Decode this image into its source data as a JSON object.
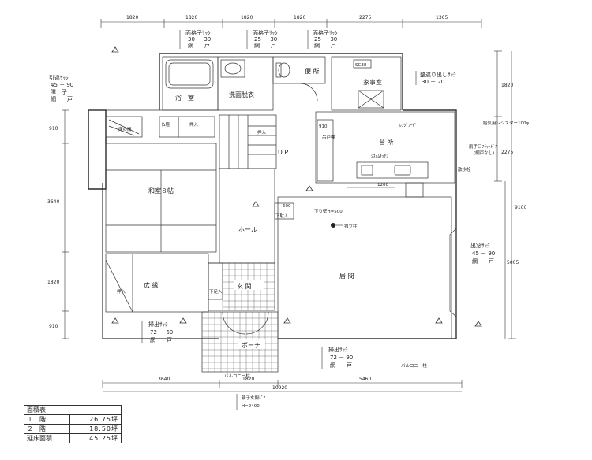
{
  "dims": {
    "top": [
      "1820",
      "1820",
      "1820",
      "1820",
      "2275",
      "1365"
    ],
    "bottom": [
      "3640",
      "1820",
      "5460"
    ],
    "total": "10920",
    "left": [
      "910",
      "3640",
      "1820",
      "910"
    ],
    "right_a": [
      "1820",
      "2275"
    ],
    "right_b": [
      "9100",
      "5005"
    ],
    "stair_a": "1200",
    "stair_b": "600",
    "inner_a": "910"
  },
  "rooms": {
    "bath": "浴　室",
    "wash": "洗面脱衣",
    "toilet": "便 所",
    "housework": "家事室",
    "kitchen": "台 所",
    "japanese": "和室８帖",
    "closet": "押入",
    "closet2": "押入",
    "closet3": "押入",
    "tokonoma": "床の間",
    "butsudan": "仏壇",
    "hall": "ホール",
    "entrance": "玄 関",
    "engawa": "広 縁",
    "living": "居 間",
    "porch": "ポーチ",
    "up": "U P",
    "storage": "下駄入",
    "shoe": "下足入",
    "sc": "SC38"
  },
  "notes": {
    "win1_a": "面格子ｻｯｼ",
    "win1_b": "30 － 30",
    "win1_c": "網　　戸",
    "win2_a": "面格子ｻｯｼ",
    "win2_b": "25 － 30",
    "win2_c": "網　　戸",
    "win3_a": "面格子ｻｯｼ",
    "win3_b": "25 － 30",
    "win3_c": "網　　戸",
    "win_left_a": "引違ｻｯｼ",
    "win_left_b": "45 － 90",
    "win_left_c": "障　子",
    "win_left_d": "網　　戸",
    "win_pull_a": "整違り出しｻｯｼ",
    "win_pull_b": "30 － 20",
    "vent": "給気用レジスター100φ",
    "handrail": "雨手口ﾌﾗｯﾄﾄﾞｱ",
    "handrail2": "(網戸なし)",
    "hose": "散水栓",
    "bay_a": "出窓ｻｯｼ",
    "bay_b": "45 － 90",
    "bay_c": "網　　戸",
    "sweep_a": "掃出ｻｯｼ",
    "sweep_b": "72 － 60",
    "sweep_c": "網　　戸",
    "sweep2_a": "掃出ｻｯｼ",
    "sweep2_b": "72 － 90",
    "sweep2_c": "網　　戸",
    "balcony": "バルコニー柱",
    "balcony2": "バルコニー柱",
    "pillar": "独立柱",
    "door_a": "親子玄関ﾄﾞｱ",
    "door_b": "H=2400",
    "hood": "ﾚﾝｼﾞﾌｰﾄﾞ",
    "counter": "吊戸棚",
    "sink": "ｼｽﾃﾑｷｯﾁﾝ",
    "vert": "下り壁H=500"
  },
  "area_table": {
    "title": "面積表",
    "rows": [
      {
        "label": "１　階",
        "value": "26.75坪"
      },
      {
        "label": "２　階",
        "value": "18.50坪"
      },
      {
        "label": "延床面積",
        "value": "45.25坪"
      }
    ]
  }
}
